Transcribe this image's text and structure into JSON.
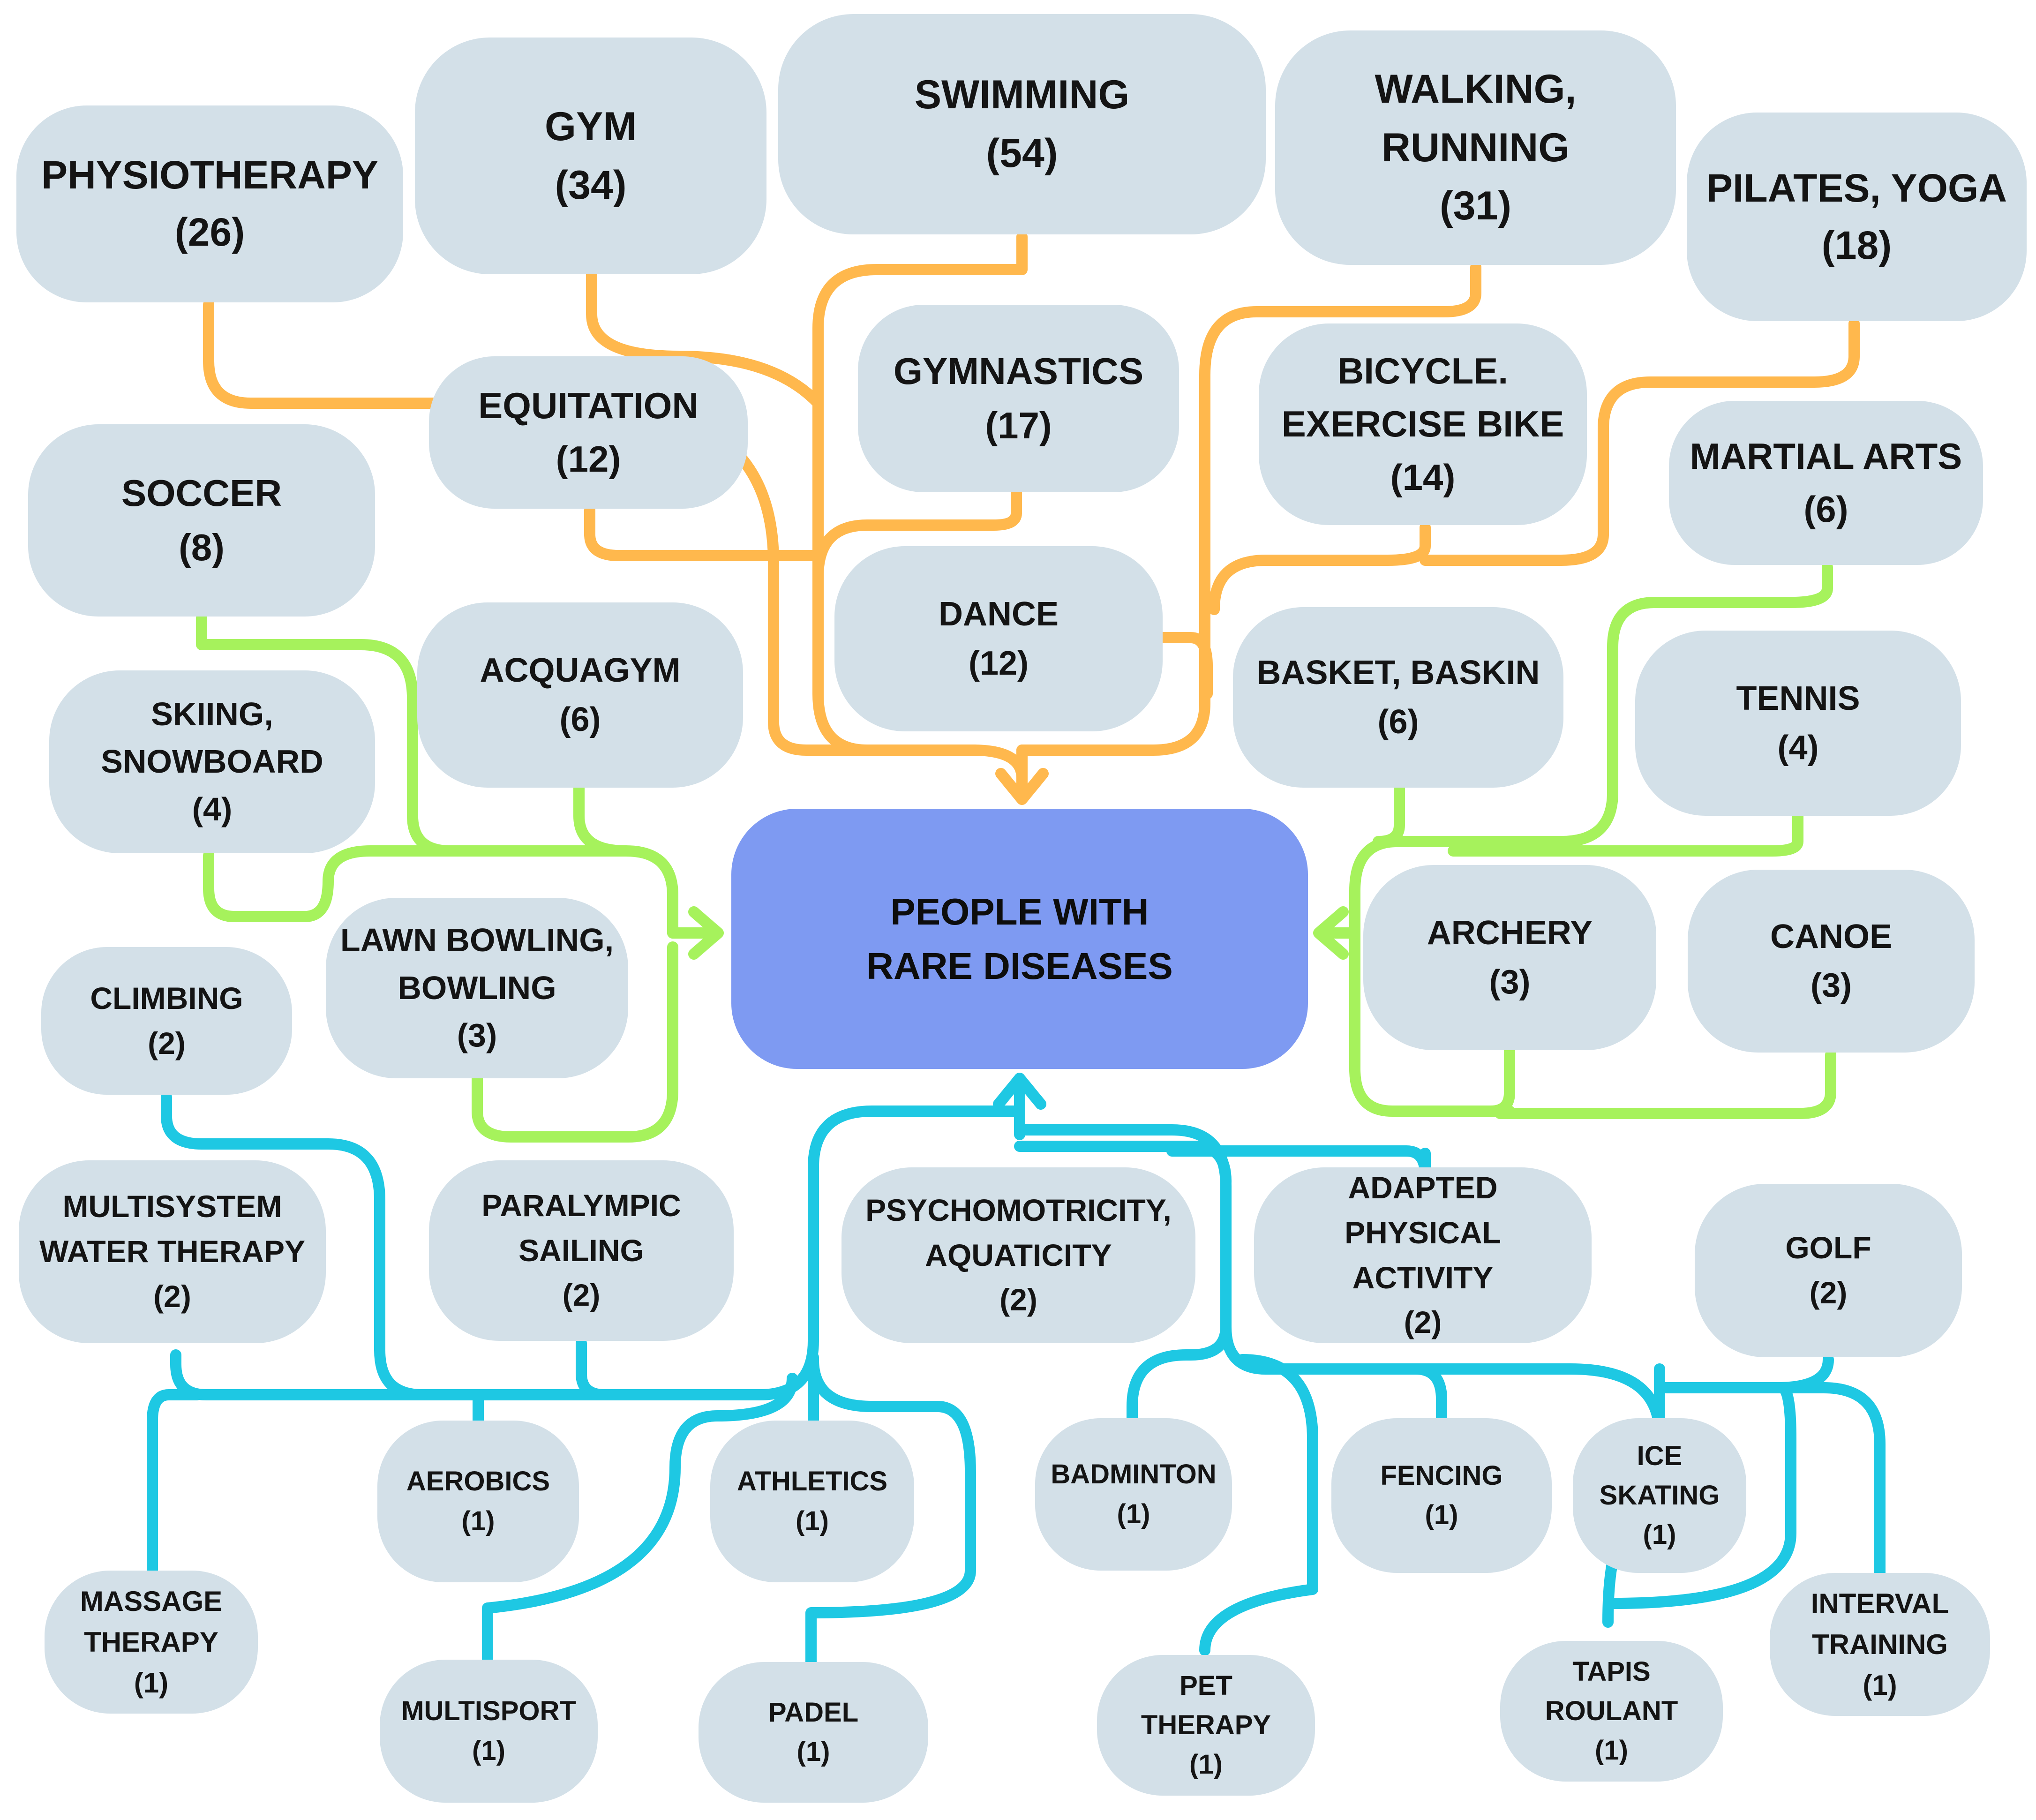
{
  "colors": {
    "node_fill": "#d3e0e8",
    "center_fill": "#7e9af2",
    "orange_branch": "#ffb84d",
    "green_branch": "#a6f25c",
    "blue_branch": "#1ec8e3",
    "text": "#141414"
  },
  "center": {
    "label": "PEOPLE WITH\nRARE DISEASES"
  },
  "nodes": [
    {
      "id": "physiotherapy",
      "label": "PHYSIOTHERAPY",
      "count": "(26)",
      "branch": "orange"
    },
    {
      "id": "gym",
      "label": "GYM",
      "count": "(34)",
      "branch": "orange"
    },
    {
      "id": "swimming",
      "label": "SWIMMING",
      "count": "(54)",
      "branch": "orange"
    },
    {
      "id": "walking-running",
      "label": "WALKING, RUNNING",
      "count": "(31)",
      "branch": "orange"
    },
    {
      "id": "pilates-yoga",
      "label": "PILATES, YOGA",
      "count": "(18)",
      "branch": "orange"
    },
    {
      "id": "equitation",
      "label": "EQUITATION",
      "count": "(12)",
      "branch": "orange"
    },
    {
      "id": "gymnastics",
      "label": "GYMNASTICS",
      "count": "(17)",
      "branch": "orange"
    },
    {
      "id": "bicycle",
      "label": "BICYCLE.\nEXERCISE BIKE",
      "count": "(14)",
      "branch": "orange"
    },
    {
      "id": "dance",
      "label": "DANCE",
      "count": "(12)",
      "branch": "orange"
    },
    {
      "id": "soccer",
      "label": "SOCCER",
      "count": "(8)",
      "branch": "green"
    },
    {
      "id": "martial-arts",
      "label": "MARTIAL ARTS",
      "count": "(6)",
      "branch": "green"
    },
    {
      "id": "acquagym",
      "label": "ACQUAGYM",
      "count": "(6)",
      "branch": "green"
    },
    {
      "id": "basket-baskin",
      "label": "BASKET, BASKIN",
      "count": "(6)",
      "branch": "green"
    },
    {
      "id": "skiing",
      "label": "SKIING,\nSNOWBOARD",
      "count": "(4)",
      "branch": "green"
    },
    {
      "id": "tennis",
      "label": "TENNIS",
      "count": "(4)",
      "branch": "green"
    },
    {
      "id": "lawn-bowling",
      "label": "LAWN BOWLING,\nBOWLING",
      "count": "(3)",
      "branch": "green"
    },
    {
      "id": "archery",
      "label": "ARCHERY",
      "count": "(3)",
      "branch": "green"
    },
    {
      "id": "canoe",
      "label": "CANOE",
      "count": "(3)",
      "branch": "green"
    },
    {
      "id": "climbing",
      "label": "CLIMBING",
      "count": "(2)",
      "branch": "blue"
    },
    {
      "id": "multisystem",
      "label": "MULTISYSTEM\nWATER THERAPY",
      "count": "(2)",
      "branch": "blue"
    },
    {
      "id": "paralympic",
      "label": "PARALYMPIC\nSAILING",
      "count": "(2)",
      "branch": "blue"
    },
    {
      "id": "psychomotricity",
      "label": "PSYCHOMOTRICITY,\nAQUATICITY",
      "count": "(2)",
      "branch": "blue"
    },
    {
      "id": "adapted",
      "label": "ADAPTED PHYSICAL\nACTIVITY",
      "count": "(2)",
      "branch": "blue"
    },
    {
      "id": "golf",
      "label": "GOLF",
      "count": "(2)",
      "branch": "blue"
    },
    {
      "id": "aerobics",
      "label": "AEROBICS",
      "count": "(1)",
      "branch": "blue"
    },
    {
      "id": "athletics",
      "label": "ATHLETICS",
      "count": "(1)",
      "branch": "blue"
    },
    {
      "id": "badminton",
      "label": "BADMINTON",
      "count": "(1)",
      "branch": "blue"
    },
    {
      "id": "fencing",
      "label": "FENCING",
      "count": "(1)",
      "branch": "blue"
    },
    {
      "id": "ice-skating",
      "label": "ICE\nSKATING",
      "count": "(1)",
      "branch": "blue"
    },
    {
      "id": "massage",
      "label": "MASSAGE\nTHERAPY",
      "count": "(1)",
      "branch": "blue"
    },
    {
      "id": "multisport",
      "label": "MULTISPORT",
      "count": "(1)",
      "branch": "blue"
    },
    {
      "id": "padel",
      "label": "PADEL",
      "count": "(1)",
      "branch": "blue"
    },
    {
      "id": "pet-therapy",
      "label": "PET THERAPY",
      "count": "(1)",
      "branch": "blue"
    },
    {
      "id": "tapis-roulant",
      "label": "TAPIS\nROULANT",
      "count": "(1)",
      "branch": "blue"
    },
    {
      "id": "interval",
      "label": "INTERVAL\nTRAINING",
      "count": "(1)",
      "branch": "blue"
    }
  ]
}
